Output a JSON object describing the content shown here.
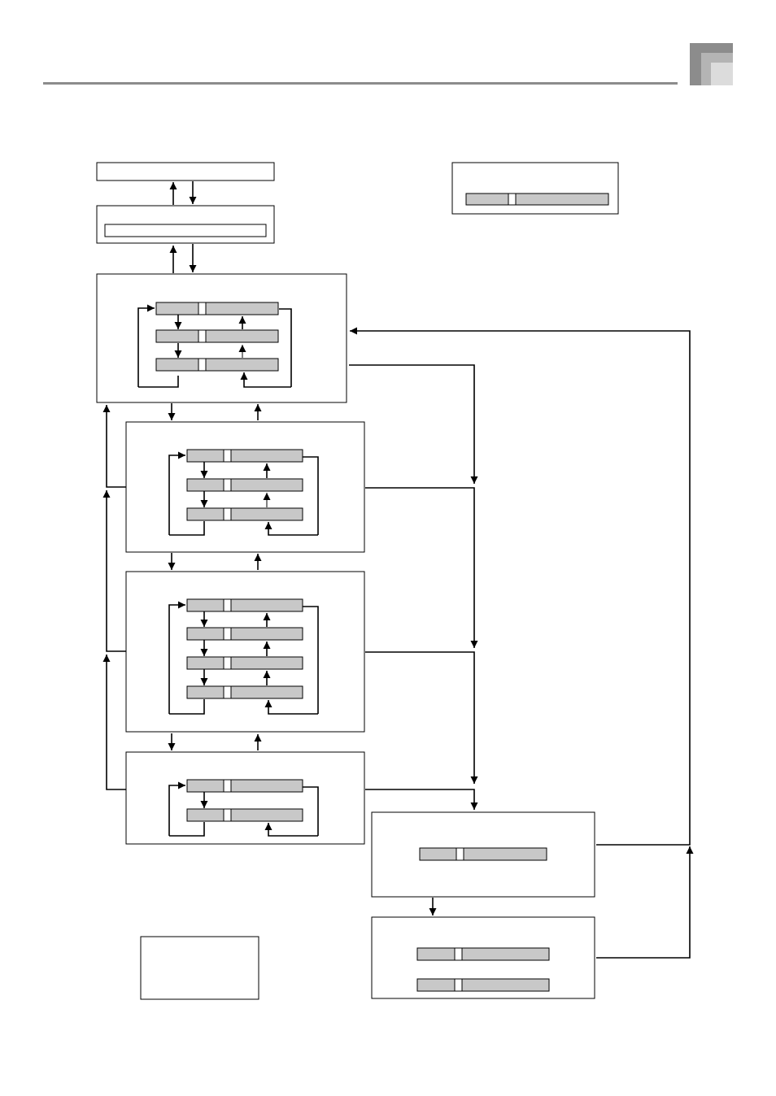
{
  "colors": {
    "stroke": "#000000",
    "panel_fill": "#ffffff",
    "display_bar_fill": "#c8c8c8",
    "display_marker_fill": "#ffffff",
    "header_rule": "#8c8c8c",
    "corner_dark": "#8c8c8c",
    "corner_mid": "#b4b4b4",
    "corner_light": "#dcdcdc"
  },
  "icons": {
    "corner_mark": "page-corner-square-icon"
  },
  "diagram": {
    "boxes": [
      {
        "id": "top-box",
        "rows": 0
      },
      {
        "id": "second-box",
        "rows": 0,
        "inner_field": true
      },
      {
        "id": "legend-box",
        "rows": 1
      },
      {
        "id": "menu-box-1",
        "rows": 3,
        "loop": true
      },
      {
        "id": "menu-box-2",
        "rows": 3,
        "loop": true
      },
      {
        "id": "menu-box-3",
        "rows": 4,
        "loop": true
      },
      {
        "id": "menu-box-4",
        "rows": 2,
        "loop": true
      },
      {
        "id": "result-box-1",
        "rows": 1
      },
      {
        "id": "result-box-2",
        "rows": 2
      },
      {
        "id": "note-box",
        "rows": 0
      }
    ]
  }
}
